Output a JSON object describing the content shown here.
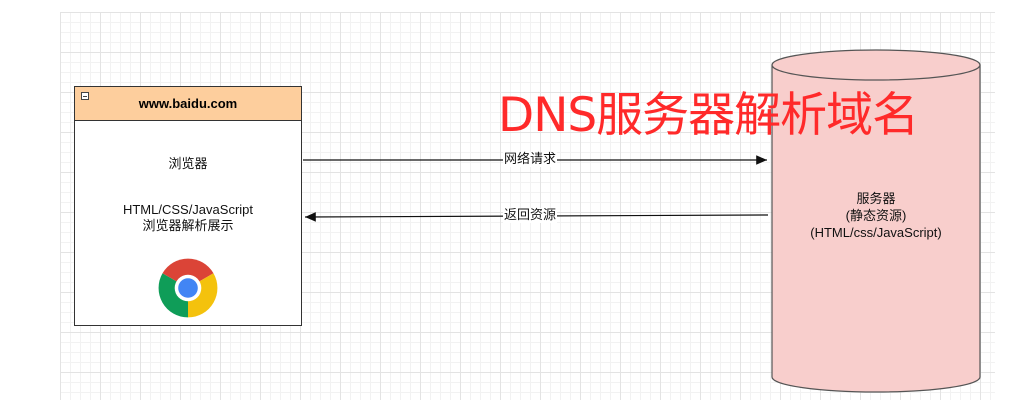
{
  "browser": {
    "title": "www.baidu.com",
    "label": "浏览器",
    "desc_line1": "HTML/CSS/JavaScript",
    "desc_line2": "浏览器解析展示"
  },
  "edges": {
    "request_label": "网络请求",
    "response_label": "返回资源"
  },
  "server": {
    "line1": "服务器",
    "line2": "(静态资源)",
    "line3": "(HTML/css/JavaScript)",
    "fill_color": "#f8cecc"
  },
  "annotation": {
    "title": "DNS服务器解析域名",
    "color": "#ff2a2a"
  },
  "icons": {
    "browser_logo": "chrome-icon",
    "collapse": "collapse-icon"
  }
}
